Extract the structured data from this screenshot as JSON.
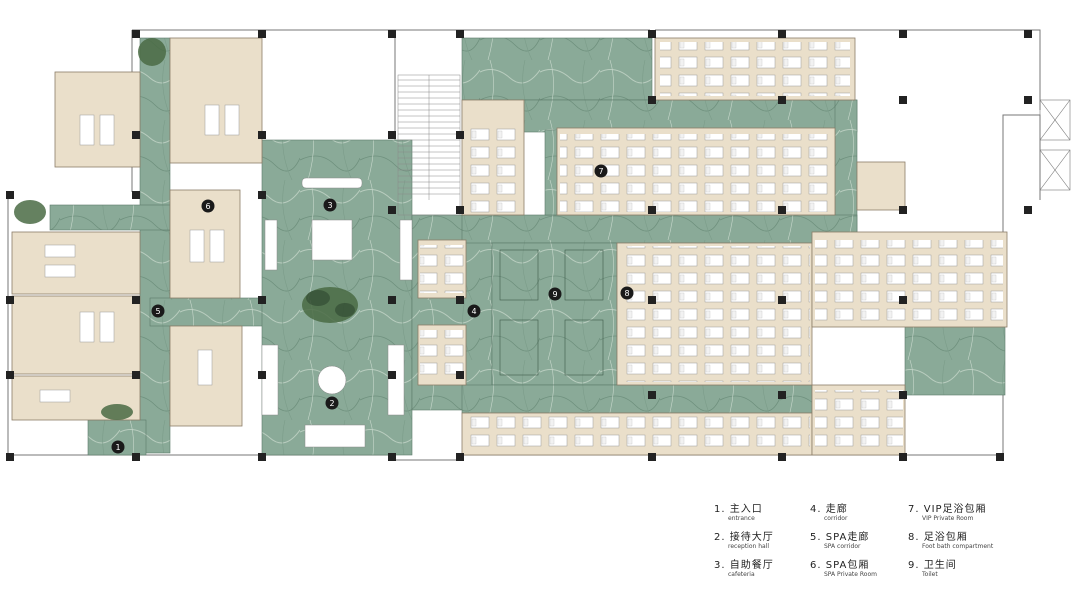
{
  "markers": [
    "1",
    "2",
    "3",
    "4",
    "5",
    "6",
    "7",
    "8",
    "9"
  ],
  "legend": [
    {
      "num": "1.",
      "cn": "主入口",
      "en": "entrance"
    },
    {
      "num": "2.",
      "cn": "接待大厅",
      "en": "reception hall"
    },
    {
      "num": "3.",
      "cn": "自助餐厅",
      "en": "cafeteria"
    },
    {
      "num": "4.",
      "cn": "走廊",
      "en": "corridor"
    },
    {
      "num": "5.",
      "cn": "SPA走廊",
      "en": "SPA corridor"
    },
    {
      "num": "6.",
      "cn": "SPA包厢",
      "en": "SPA Private Room"
    },
    {
      "num": "7.",
      "cn": "VIP足浴包厢",
      "en": "VIP Private Room"
    },
    {
      "num": "8.",
      "cn": "足浴包厢",
      "en": "Foot bath compartment"
    },
    {
      "num": "9.",
      "cn": "卫生间",
      "en": "Toilet"
    }
  ],
  "colors": {
    "marble": "#8aaa98",
    "room": "#eadfca",
    "wall": "#555555",
    "pillar": "#222222",
    "marker": "#1a1a1a"
  }
}
